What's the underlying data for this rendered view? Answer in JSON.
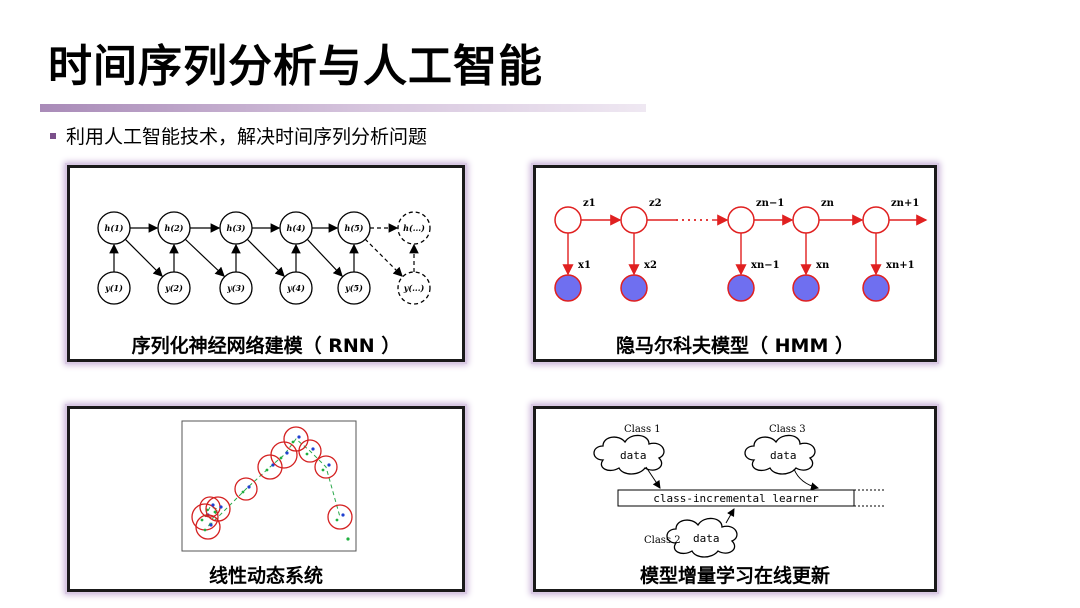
{
  "slide": {
    "title": "时间序列分析与人工智能",
    "bullet": "利用人工智能技术，解决时间序列分析问题"
  },
  "panels": {
    "rnn": {
      "caption": "序列化神经网络建模（ RNN ）",
      "h_labels": [
        "h(1)",
        "h(2)",
        "h(3)",
        "h(4)",
        "h(5)",
        "h(...)"
      ],
      "y_labels": [
        "y(1)",
        "y(2)",
        "y(3)",
        "y(4)",
        "y(5)",
        "y(...)"
      ]
    },
    "hmm": {
      "caption": "隐马尔科夫模型（ HMM ）",
      "z_labels": [
        "z1",
        "z2",
        "zn−1",
        "zn",
        "zn+1"
      ],
      "x_labels": [
        "x1",
        "x2",
        "xn−1",
        "xn",
        "xn+1"
      ],
      "hidden_color": "#e02020",
      "observed_fill": "#6f6ff0"
    },
    "lds": {
      "caption": "线性动态系统"
    },
    "incremental": {
      "caption": "模型增量学习在线更新",
      "class1": "Class 1",
      "class2": "Class 2",
      "class3": "Class 3",
      "cloud_text": "data",
      "learner": "class-incremental learner"
    }
  },
  "colors": {
    "accent": "#7a4f8a",
    "panel_glow": "#c9b2d8"
  }
}
